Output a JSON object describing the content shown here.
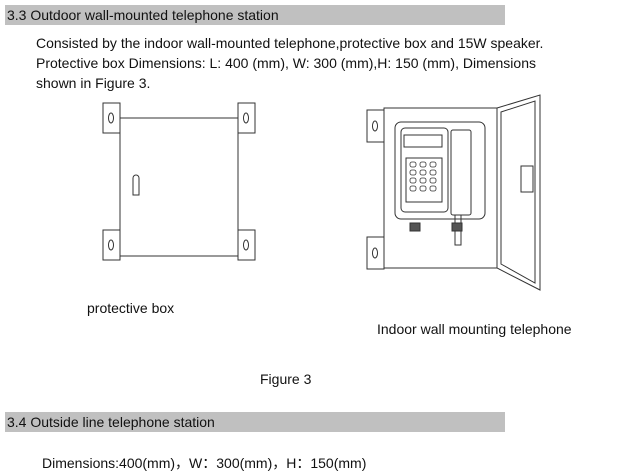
{
  "section_33": {
    "heading": "3.3 Outdoor wall-mounted telephone station",
    "para_line1": "Consisted by the indoor wall-mounted telephone,protective box and 15W speaker.",
    "para_line2": "Protective box Dimensions: L: 400 (mm), W: 300 (mm),H: 150 (mm), Dimensions",
    "para_line3": "shown in Figure 3."
  },
  "figure": {
    "left_caption": "protective box",
    "right_caption": "Indoor wall mounting telephone",
    "caption": "Figure 3"
  },
  "section_34": {
    "heading": "3.4 Outside line telephone station",
    "dimensions": "Dimensions:400(mm)，W：300(mm)，H：150(mm)"
  }
}
